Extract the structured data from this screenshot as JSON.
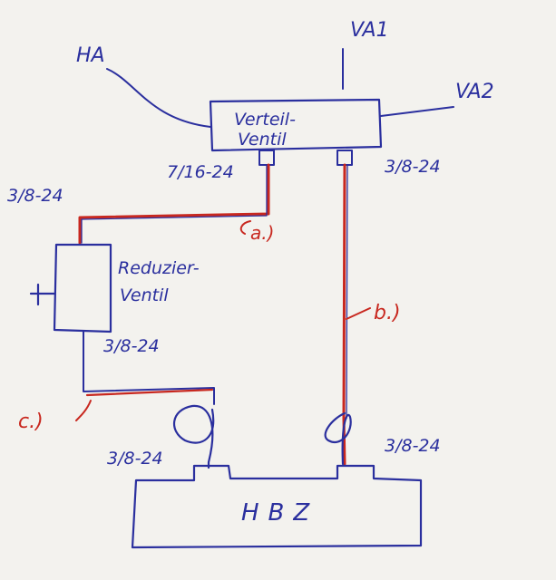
{
  "labels": {
    "ha": "HA",
    "va1": "VA1",
    "va2": "VA2",
    "verteil_line1": "Verteil-",
    "verteil_line2": "Ventil",
    "port_left": "7/16-24",
    "port_right": "3/8-24",
    "reduzier_top": "3/8-24",
    "reduzier_line1": "Reduzier-",
    "reduzier_line2": "Ventil",
    "reduzier_bottom": "3/8-24",
    "hbz_left_port": "3/8-24",
    "hbz_right_port": "3/8-24",
    "hbz": "HBZ",
    "line_a": "a.)",
    "line_b": "b.)",
    "line_c": "c.)"
  },
  "colors": {
    "blue_ink": "#2a2f9e",
    "red_ink": "#c8281f",
    "paper": "#f3f2ee"
  }
}
